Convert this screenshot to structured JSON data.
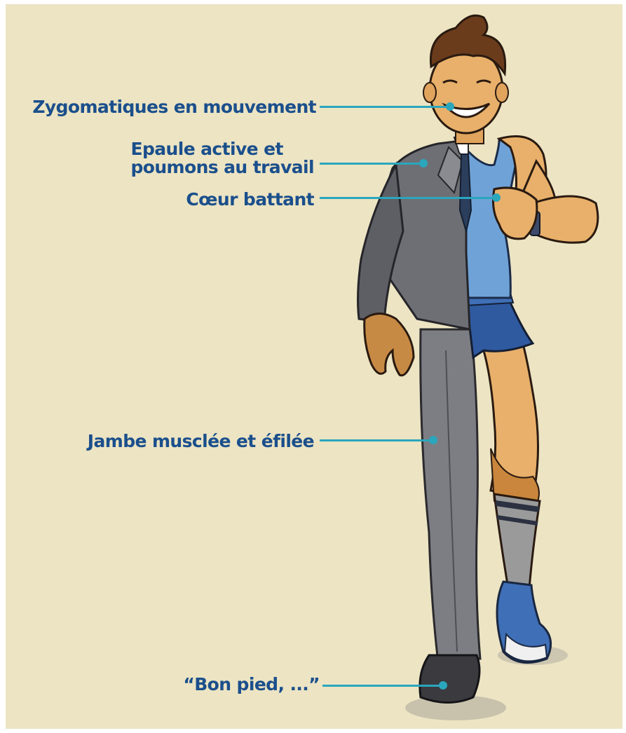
{
  "annotations": [
    {
      "id": "zygomatics",
      "text": "Zygomatiques en mouvement"
    },
    {
      "id": "shoulder",
      "lines": [
        "Epaule active et",
        "poumons au travail"
      ]
    },
    {
      "id": "heart",
      "text": "Cœur battant"
    },
    {
      "id": "leg",
      "text": "Jambe musclée et éfilée"
    },
    {
      "id": "foot",
      "text": "“Bon pied, ...”"
    }
  ],
  "colors": {
    "background": "#ece4c3",
    "label_text": "#1b4f8c",
    "leader_line": "#2aa6bd",
    "suit": "#6e6f74",
    "tank_top": "#6fa3d8",
    "skin": "#e8b06a"
  }
}
